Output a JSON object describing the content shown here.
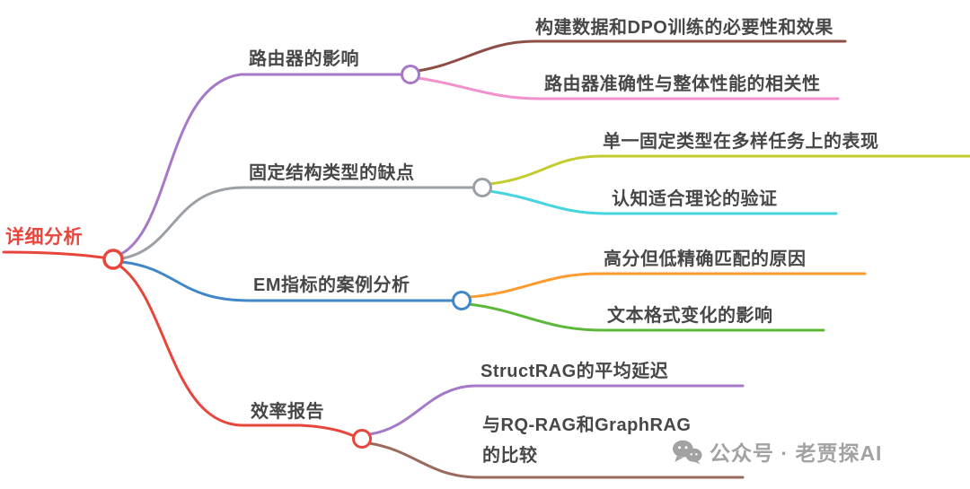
{
  "root": {
    "label": "详细分析",
    "color": "#e8453c"
  },
  "branches": [
    {
      "label": "路由器的影响",
      "color": "#a678c8",
      "children": [
        {
          "label": "构建数据和DPO训练的必要性和效果",
          "color": "#8d4f45"
        },
        {
          "label": "路由器准确性与整体性能的相关性",
          "color": "#f191ce"
        }
      ]
    },
    {
      "label": "固定结构类型的缺点",
      "color": "#9aa0a6",
      "children": [
        {
          "label": "单一固定类型在多样任务上的表现",
          "color": "#c3cc2e"
        },
        {
          "label": "认知适合理论的验证",
          "color": "#45d4e0"
        }
      ]
    },
    {
      "label": "EM指标的案例分析",
      "color": "#3f87c9",
      "children": [
        {
          "label": "高分但低精确匹配的原因",
          "color": "#ff9a2e"
        },
        {
          "label": "文本格式变化的影响",
          "color": "#5cb83a"
        }
      ]
    },
    {
      "label": "效率报告",
      "color": "#e8453c",
      "children": [
        {
          "label": "StructRAG的平均延迟",
          "color": "#a678c8"
        },
        {
          "label": "与RQ-RAG和GraphRAG的比较",
          "color": "#9b6a5e"
        }
      ]
    }
  ],
  "watermark": {
    "icon": "wechat-icon",
    "text": "公众号 · 老贾探AI"
  }
}
